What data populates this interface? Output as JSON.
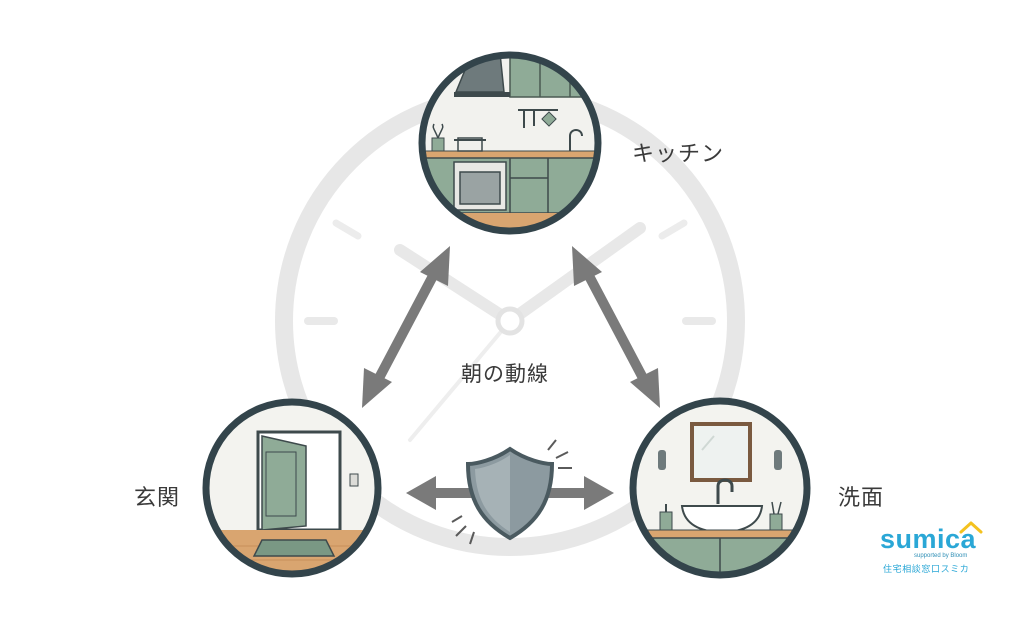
{
  "labels": {
    "kitchen": "キッチン",
    "entrance": "玄関",
    "washroom": "洗面",
    "center": "朝の動線"
  },
  "logo": {
    "word": "sumica",
    "sub": "supported by Bloom",
    "tagline": "住宅相談窓口スミカ"
  },
  "colors": {
    "ring": "#33444b",
    "sage": "#8fab97",
    "wood": "#d9a570",
    "arrow": "#7a7a7a",
    "clock": "#e6e6e6",
    "brand": "#2aa7d6"
  },
  "icons": [
    "clock-icon",
    "shield-icon",
    "double-arrow-icon"
  ]
}
